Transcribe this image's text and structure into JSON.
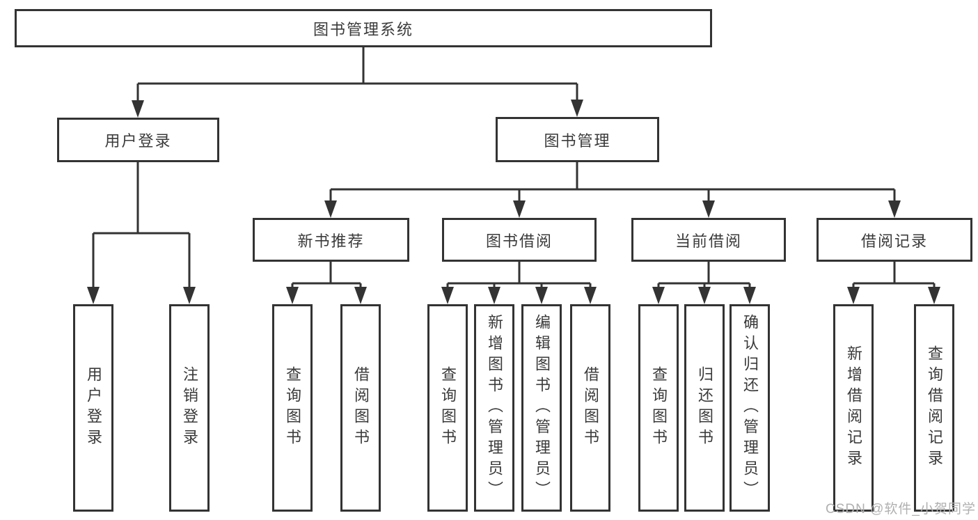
{
  "diagram_type": "hierarchy-tree",
  "colors": {
    "line": "#333333",
    "box_border": "#333333",
    "box_fill": "#ffffff",
    "text": "#3a3a3a",
    "watermark": "#b0b0b0",
    "background": "#ffffff"
  },
  "tree": {
    "label": "图书管理系统",
    "children": [
      {
        "label": "用户登录",
        "children": [
          {
            "label": "用户登录"
          },
          {
            "label": "注销登录"
          }
        ]
      },
      {
        "label": "图书管理",
        "children": [
          {
            "label": "新书推荐",
            "children": [
              {
                "label": "查询图书"
              },
              {
                "label": "借阅图书"
              }
            ]
          },
          {
            "label": "图书借阅",
            "children": [
              {
                "label": "查询图书"
              },
              {
                "label": "新增图书（管理员）"
              },
              {
                "label": "编辑图书（管理员）"
              },
              {
                "label": "借阅图书"
              }
            ]
          },
          {
            "label": "当前借阅",
            "children": [
              {
                "label": "查询图书"
              },
              {
                "label": "归还图书"
              },
              {
                "label": "确认归还（管理员）"
              }
            ]
          },
          {
            "label": "借阅记录",
            "children": [
              {
                "label": "新增借阅记录"
              },
              {
                "label": "查询借阅记录"
              }
            ]
          }
        ]
      }
    ]
  },
  "watermark": {
    "text": "CSDN @软件_小贺同学"
  }
}
